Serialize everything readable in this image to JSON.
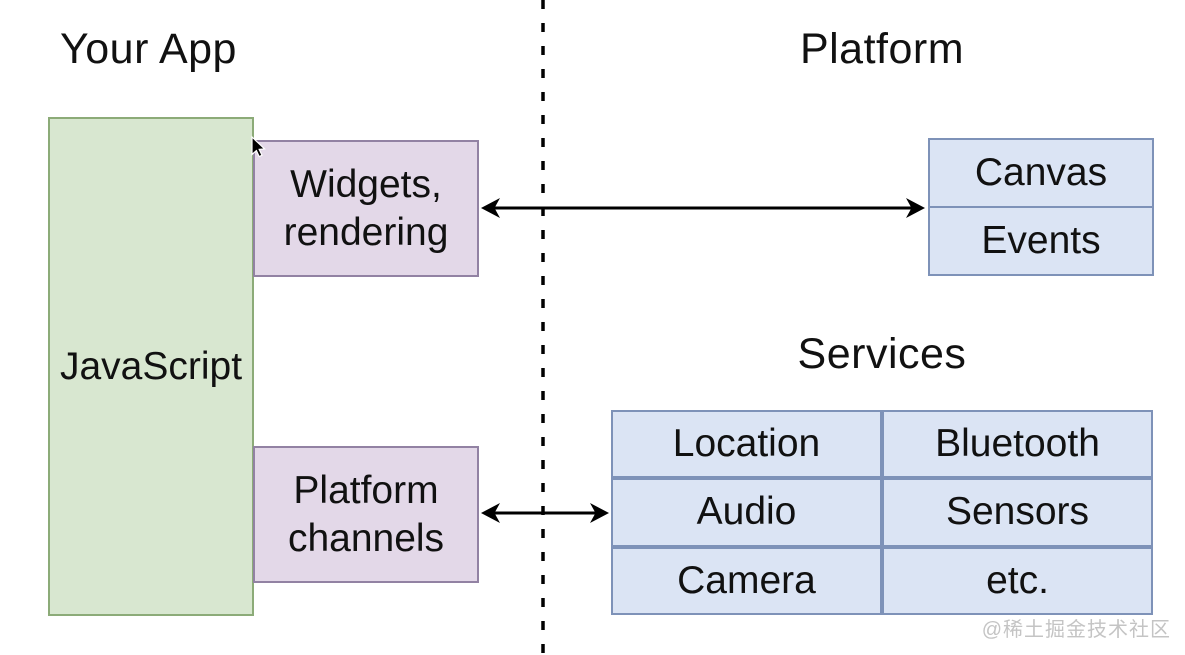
{
  "diagram": {
    "left_title": "Your App",
    "right_title": "Platform",
    "services_title": "Services"
  },
  "boxes": {
    "javascript": {
      "label": "JavaScript"
    },
    "widgets_rendering": {
      "line1": "Widgets,",
      "line2": "rendering"
    },
    "platform_channels": {
      "line1": "Platform",
      "line2": "channels"
    },
    "canvas_events": {
      "cells": [
        "Canvas",
        "Events"
      ]
    }
  },
  "services_table": {
    "rows": [
      [
        "Location",
        "Bluetooth"
      ],
      [
        "Audio",
        "Sensors"
      ],
      [
        "Camera",
        "etc."
      ]
    ]
  },
  "watermark": "@稀土掘金技术社区",
  "colors": {
    "green_fill": "#d8e7d0",
    "green_stroke": "#8cab78",
    "purple_fill": "#e3d8e8",
    "purple_stroke": "#9282a3",
    "blue_fill": "#dbe4f4",
    "blue_stroke": "#7e92b8",
    "line": "#000000",
    "text": "#111111",
    "watermark": "#c4c4c4"
  }
}
